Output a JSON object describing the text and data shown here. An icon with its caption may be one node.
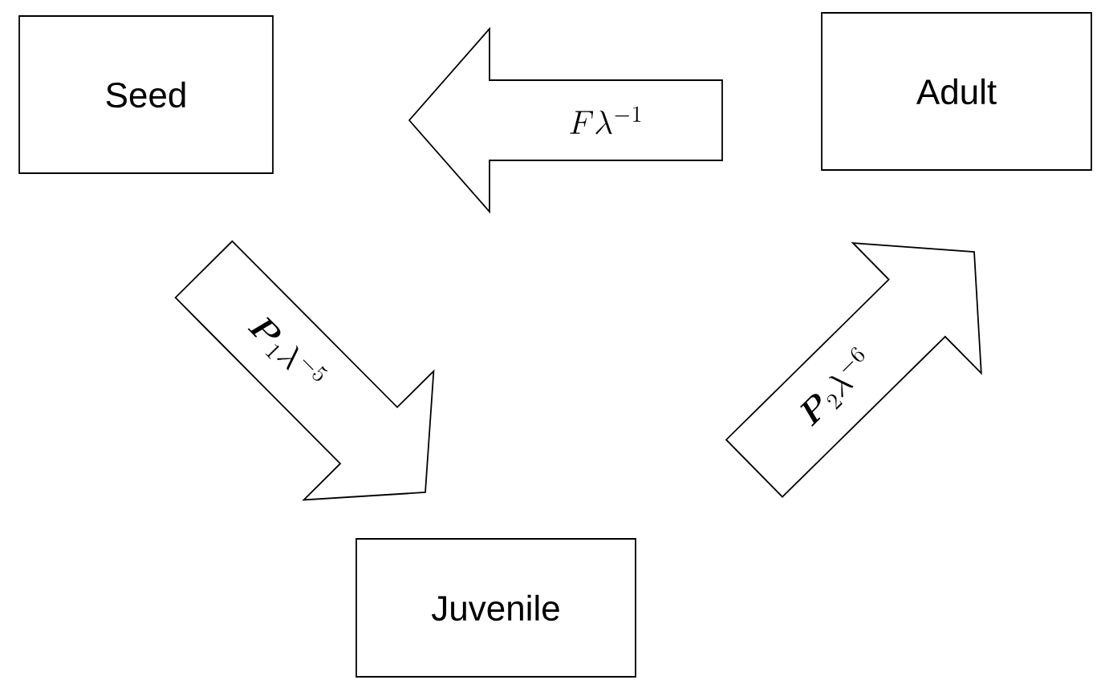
{
  "diagram": {
    "nodes": [
      {
        "text": [
          "Seed"
        ]
      },
      {
        "text": [
          "Adult"
        ]
      },
      {
        "text": [
          "Juvenile"
        ]
      }
    ],
    "edges": [
      {
        "from": 1,
        "to": 0,
        "arrow": "to",
        "label": "F\\lambda^{-1}"
      },
      {
        "from": 0,
        "to": 2,
        "arrow": "to",
        "label": "\\boldsymbol{P}_{1}\\lambda^{-5}"
      },
      {
        "from": 2,
        "to": 1,
        "arrow": "to",
        "label": "\\boldsymbol{P}_{2}\\lambda^{-6}"
      }
    ]
  }
}
